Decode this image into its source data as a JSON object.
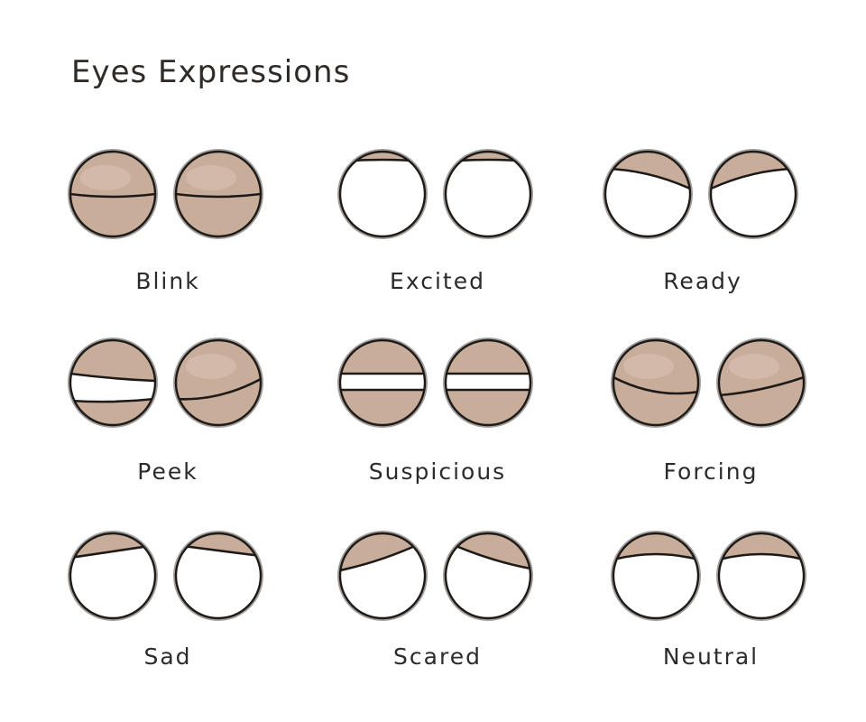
{
  "title": "Eyes Expressions",
  "colors": {
    "lid": "#c8ad9b",
    "lid_light": "#d9c2b2",
    "outline": "#1e1a18",
    "rim": "#7a7572",
    "white": "#ffffff"
  },
  "expressions": [
    {
      "label": "Blink"
    },
    {
      "label": "Excited"
    },
    {
      "label": "Ready"
    },
    {
      "label": "Peek"
    },
    {
      "label": "Suspicious"
    },
    {
      "label": "Forcing"
    },
    {
      "label": "Sad"
    },
    {
      "label": "Scared"
    },
    {
      "label": "Neutral"
    }
  ]
}
